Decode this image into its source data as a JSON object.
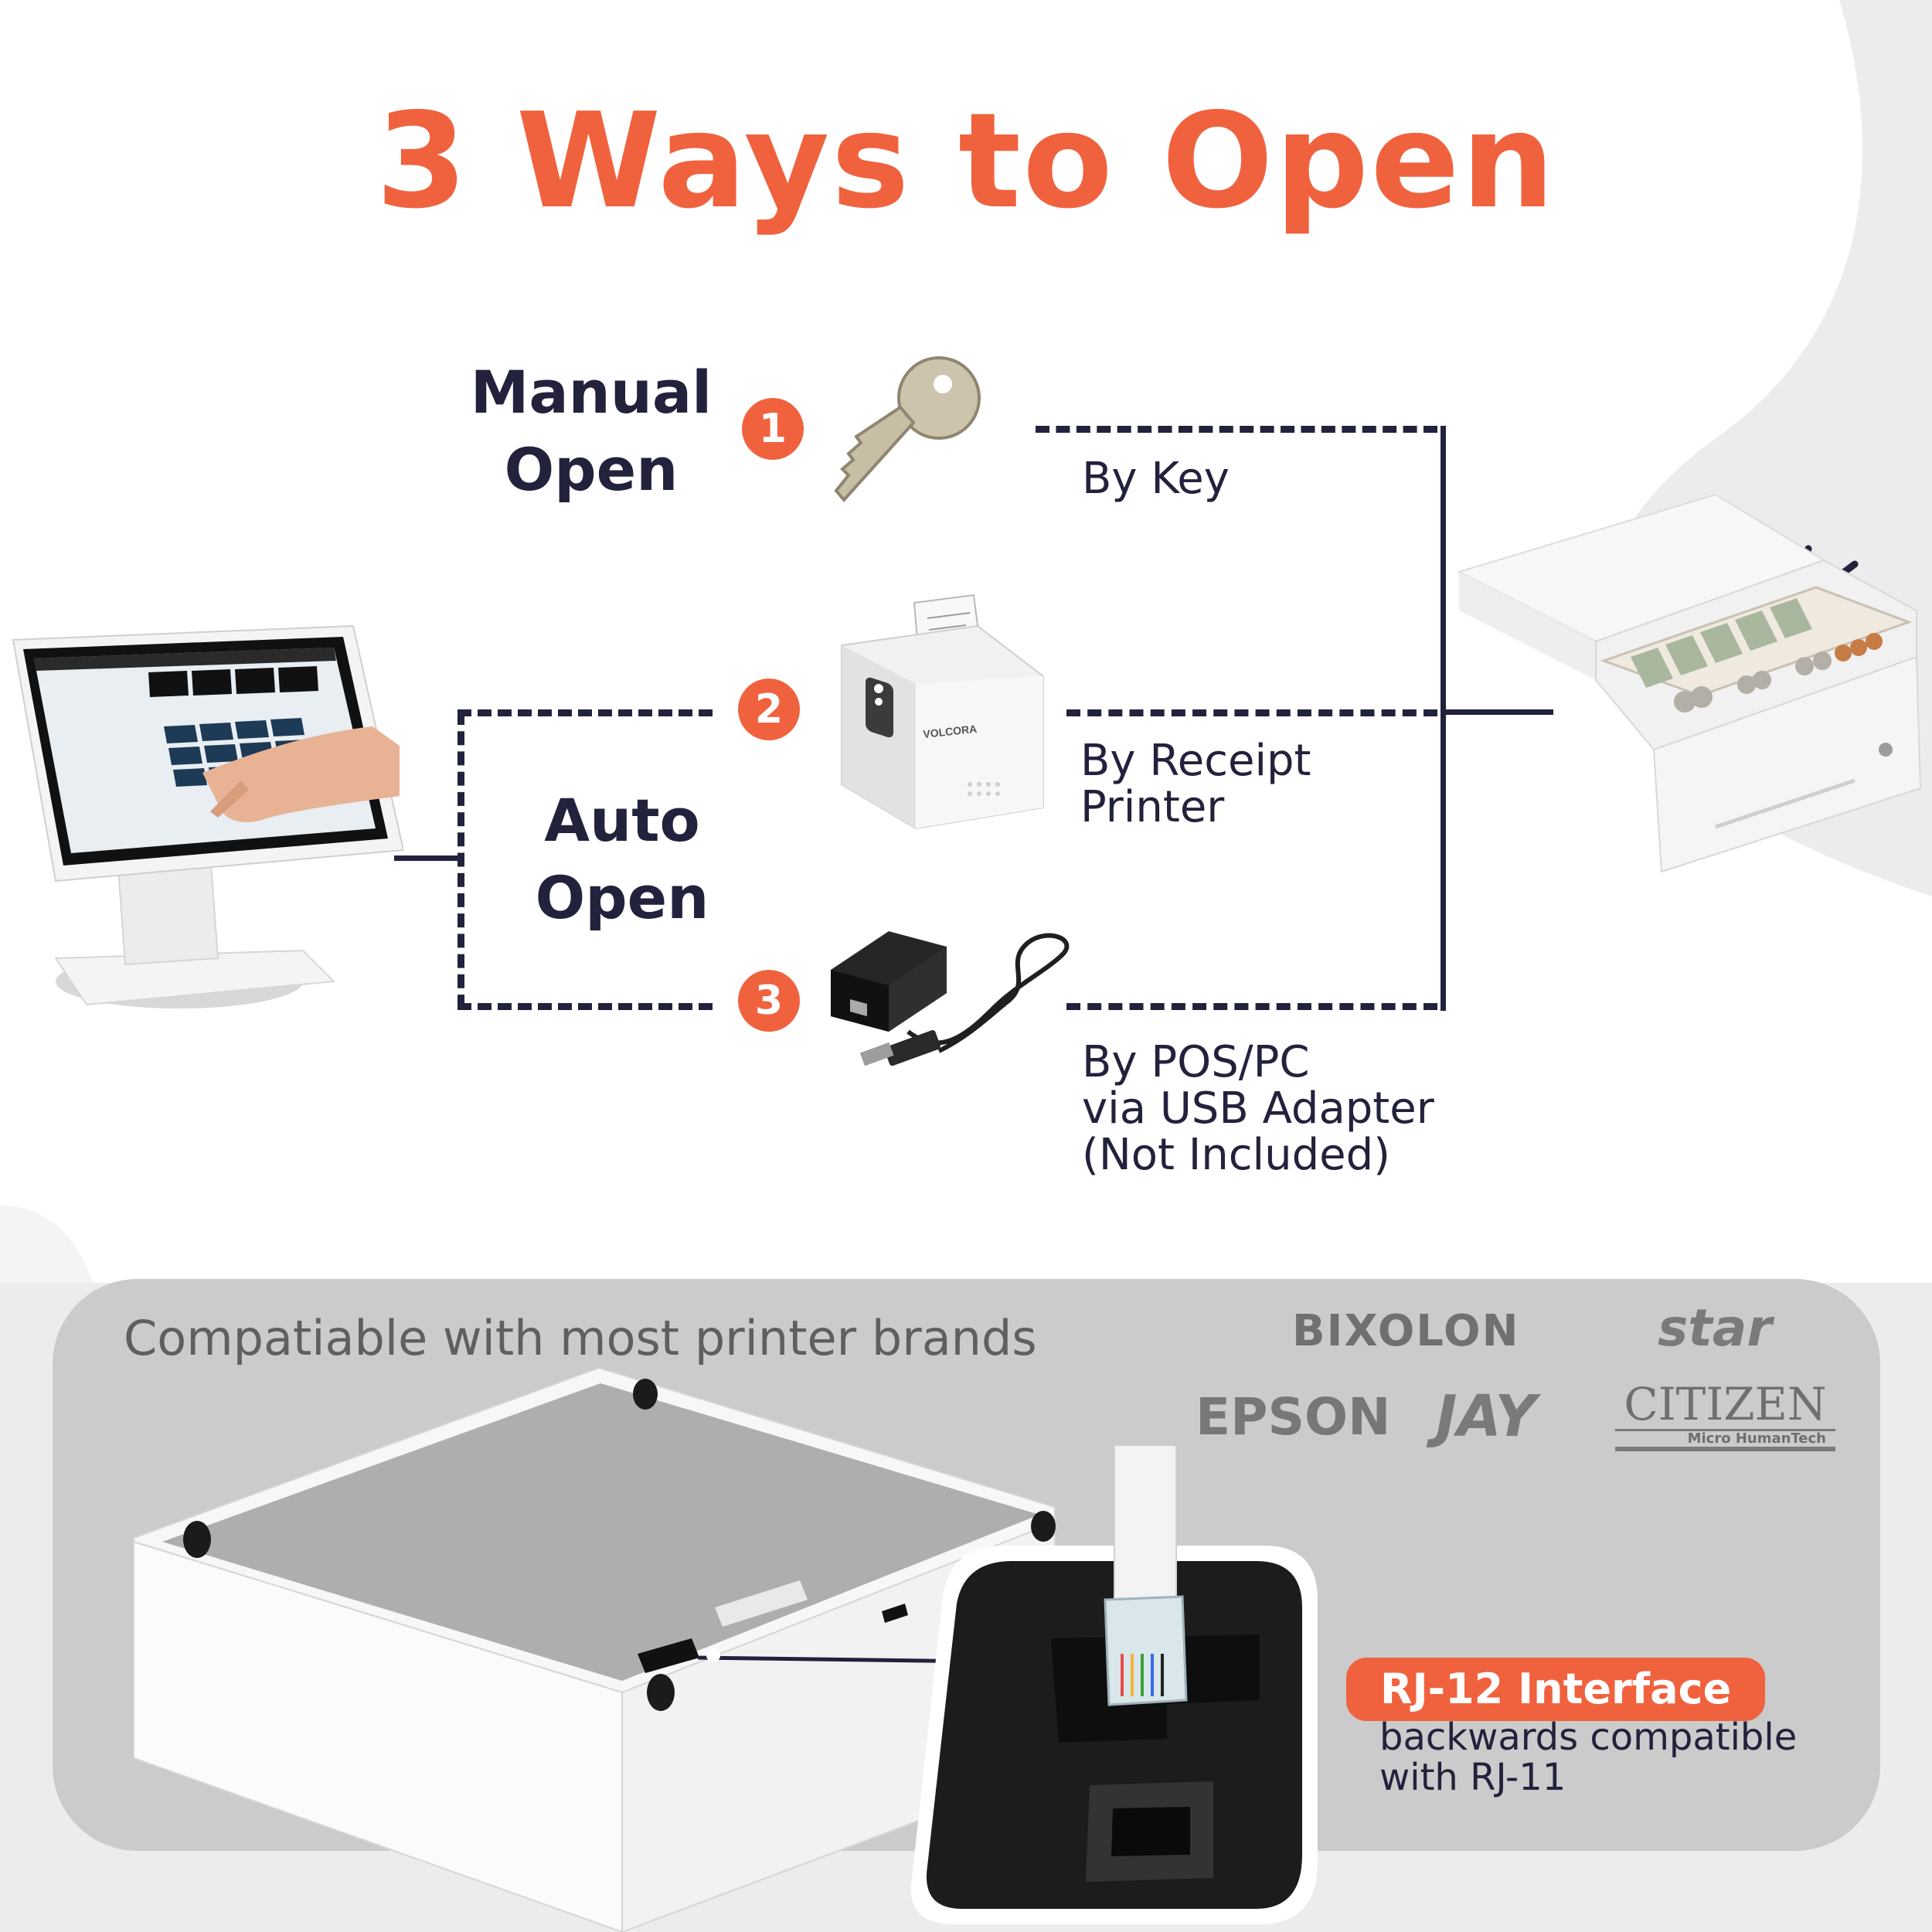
{
  "title": "3 Ways to Open",
  "methods": [
    {
      "number": "1",
      "group": [
        "Manual",
        "Open"
      ],
      "description": [
        "By Key"
      ],
      "icon": "key-icon"
    },
    {
      "number": "2",
      "description": [
        "By Receipt",
        "Printer"
      ],
      "icon": "receipt-printer-icon"
    },
    {
      "number": "3",
      "description": [
        "By POS/PC",
        "via USB Adapter",
        "(Not Included)"
      ],
      "icon": "usb-adapter-icon"
    }
  ],
  "auto_group": [
    "Auto",
    "Open"
  ],
  "device_brand": "VOLCORA",
  "compatibility": {
    "heading": "Compatiable with most printer brands",
    "brands": [
      "BIXOLON",
      "star",
      "EPSON",
      "JAY",
      "CITIZEN"
    ],
    "citizen_sub": "Micro HumanTech"
  },
  "interface": {
    "label": "RJ-12 Interface",
    "note": [
      "backwards compatible",
      "with RJ-11"
    ]
  },
  "colors": {
    "accent": "#f0623e",
    "ink": "#23223d",
    "panel": "#cbcbcb"
  }
}
